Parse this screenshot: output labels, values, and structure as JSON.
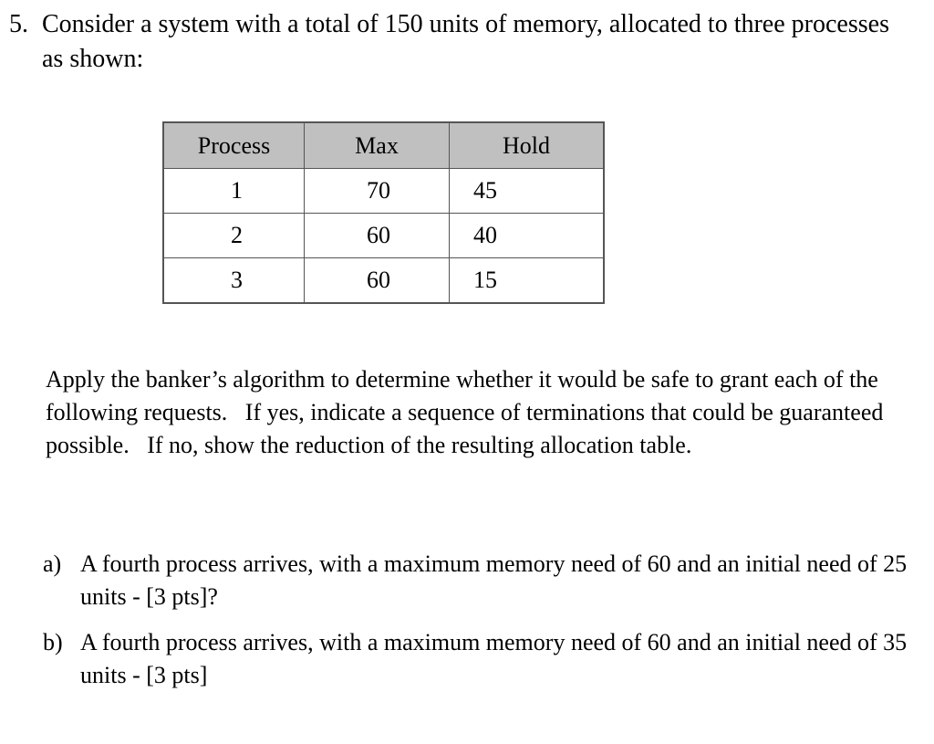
{
  "question": {
    "marker": "5.",
    "stem": "Consider a system with a total of 150 units of memory, allocated to three processes as shown:"
  },
  "table": {
    "headers": [
      "Process",
      "Max",
      "Hold"
    ],
    "rows": [
      {
        "process": "1",
        "max": "70",
        "hold": "45"
      },
      {
        "process": "2",
        "max": "60",
        "hold": "40"
      },
      {
        "process": "3",
        "max": "60",
        "hold": "15"
      }
    ],
    "header_background": "#c0c0c0",
    "border_color": "#555555"
  },
  "instructions": "Apply the banker’s algorithm to determine whether it would be safe to grant each of the following requests.   If yes, indicate a sequence of terminations that could be guaranteed possible.   If no, show the reduction of the resulting allocation table.",
  "subquestions": [
    {
      "marker": "a)",
      "text": "A fourth process arrives, with a maximum memory need of 60 and an initial need of 25 units - [3 pts]?"
    },
    {
      "marker": "b)",
      "text": "A fourth process arrives, with a maximum memory need of 60 and an initial need of 35 units - [3 pts]"
    }
  ]
}
